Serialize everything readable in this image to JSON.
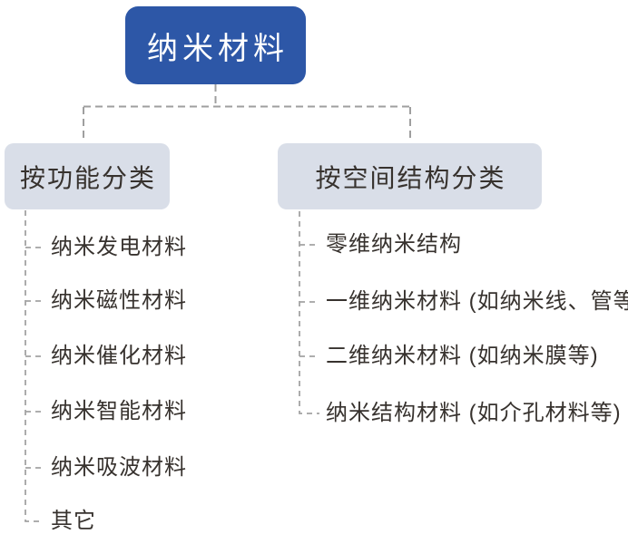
{
  "root": {
    "label": "纳米材料"
  },
  "branches": [
    {
      "header": "按功能分类",
      "items": [
        "纳米发电材料",
        "纳米磁性材料",
        "纳米催化材料",
        "纳米智能材料",
        "纳米吸波材料",
        "其它"
      ]
    },
    {
      "header": "按空间结构分类",
      "items": [
        "零维纳米结构",
        "一维纳米材料 (如纳米线、管等)",
        "二维纳米材料 (如纳米膜等)",
        "纳米结构材料 (如介孔材料等)"
      ]
    }
  ],
  "colors": {
    "root_bg": "#2d57a7",
    "root_text": "#ffffff",
    "header_bg": "#d9dee8",
    "text": "#37322e",
    "connector": "#9f9f9f",
    "background": "#ffffff"
  }
}
